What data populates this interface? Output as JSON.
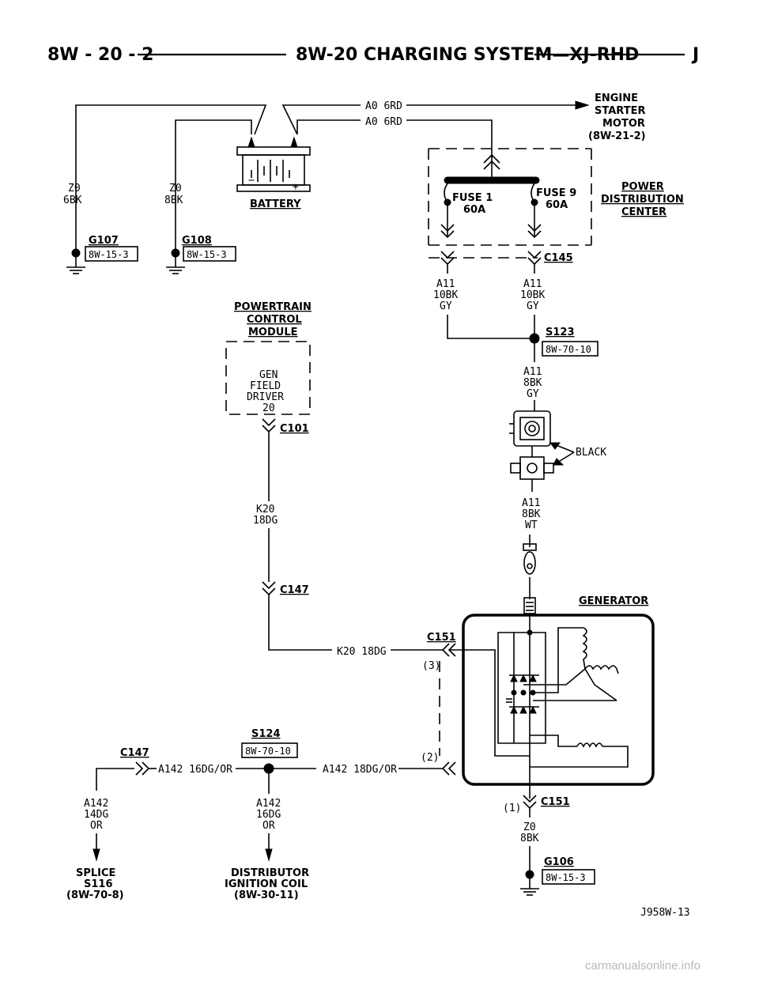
{
  "header": {
    "page_number": "8W - 20 - 2",
    "title": "8W-20 CHARGING SYSTEM—XJ-RHD",
    "section_letter": "J"
  },
  "starter": {
    "line1": "ENGINE",
    "line2": "STARTER",
    "line3": "MOTOR",
    "ref": "(8W-21-2)"
  },
  "wires": {
    "a0_top": "A0 6RD",
    "a0_bottom": "A0 6RD",
    "z0_6bk_1": "Z0",
    "z0_6bk_2": "6BK",
    "z0_8bk_1": "Z0",
    "z0_8bk_2": "8BK",
    "a11_left_1": "A11",
    "a11_left_2": "10BK",
    "a11_left_3": "GY",
    "a11_right_1": "A11",
    "a11_right_2": "10BK",
    "a11_right_3": "GY",
    "a11_8bkgy_1": "A11",
    "a11_8bkgy_2": "8BK",
    "a11_8bkgy_3": "GY",
    "a11_8bkwt_1": "A11",
    "a11_8bkwt_2": "8BK",
    "a11_8bkwt_3": "WT",
    "k20_1": "K20",
    "k20_2": "18DG",
    "k20_horizontal": "K20 18DG",
    "a142_left_run": "A142 16DG/OR",
    "a142_right_run": "A142 18DG/OR",
    "a142_14_1": "A142",
    "a142_14_2": "14DG",
    "a142_14_3": "OR",
    "a142_16_1": "A142",
    "a142_16_2": "16DG",
    "a142_16_3": "OR",
    "z0_gen_1": "Z0",
    "z0_gen_2": "8BK"
  },
  "components": {
    "battery": "BATTERY",
    "pdc_1": "POWER",
    "pdc_2": "DISTRIBUTION",
    "pdc_3": "CENTER",
    "fuse1_name": "FUSE 1",
    "fuse1_rating": "60A",
    "fuse9_name": "FUSE 9",
    "fuse9_rating": "60A",
    "pcm_1": "POWERTRAIN",
    "pcm_2": "CONTROL",
    "pcm_3": "MODULE",
    "gen_field_1": "GEN",
    "gen_field_2": "FIELD",
    "gen_field_3": "DRIVER",
    "gen_field_4": "20",
    "generator": "GENERATOR",
    "black": "BLACK",
    "splice_1": "SPLICE",
    "splice_2": "S116",
    "splice_3": "(8W-70-8)",
    "dist_1": "DISTRIBUTOR",
    "dist_2": "IGNITION COIL",
    "dist_3": "(8W-30-11)"
  },
  "connectors": {
    "g107": "G107",
    "g108": "G108",
    "g106": "G106",
    "c145": "C145",
    "c101": "C101",
    "c147_a": "C147",
    "c147_b": "C147",
    "c151_top": "C151",
    "c151_bottom": "C151",
    "s123": "S123",
    "s124": "S124",
    "pin3": "(3)",
    "pin2": "(2)",
    "pin1": "(1)"
  },
  "refs": {
    "g107": "8W-15-3",
    "g108": "8W-15-3",
    "s123": "8W-70-10",
    "s124": "8W-70-10",
    "g106": "8W-15-3"
  },
  "figure_id": "J958W-13",
  "watermark": "carmanualsonline.info"
}
